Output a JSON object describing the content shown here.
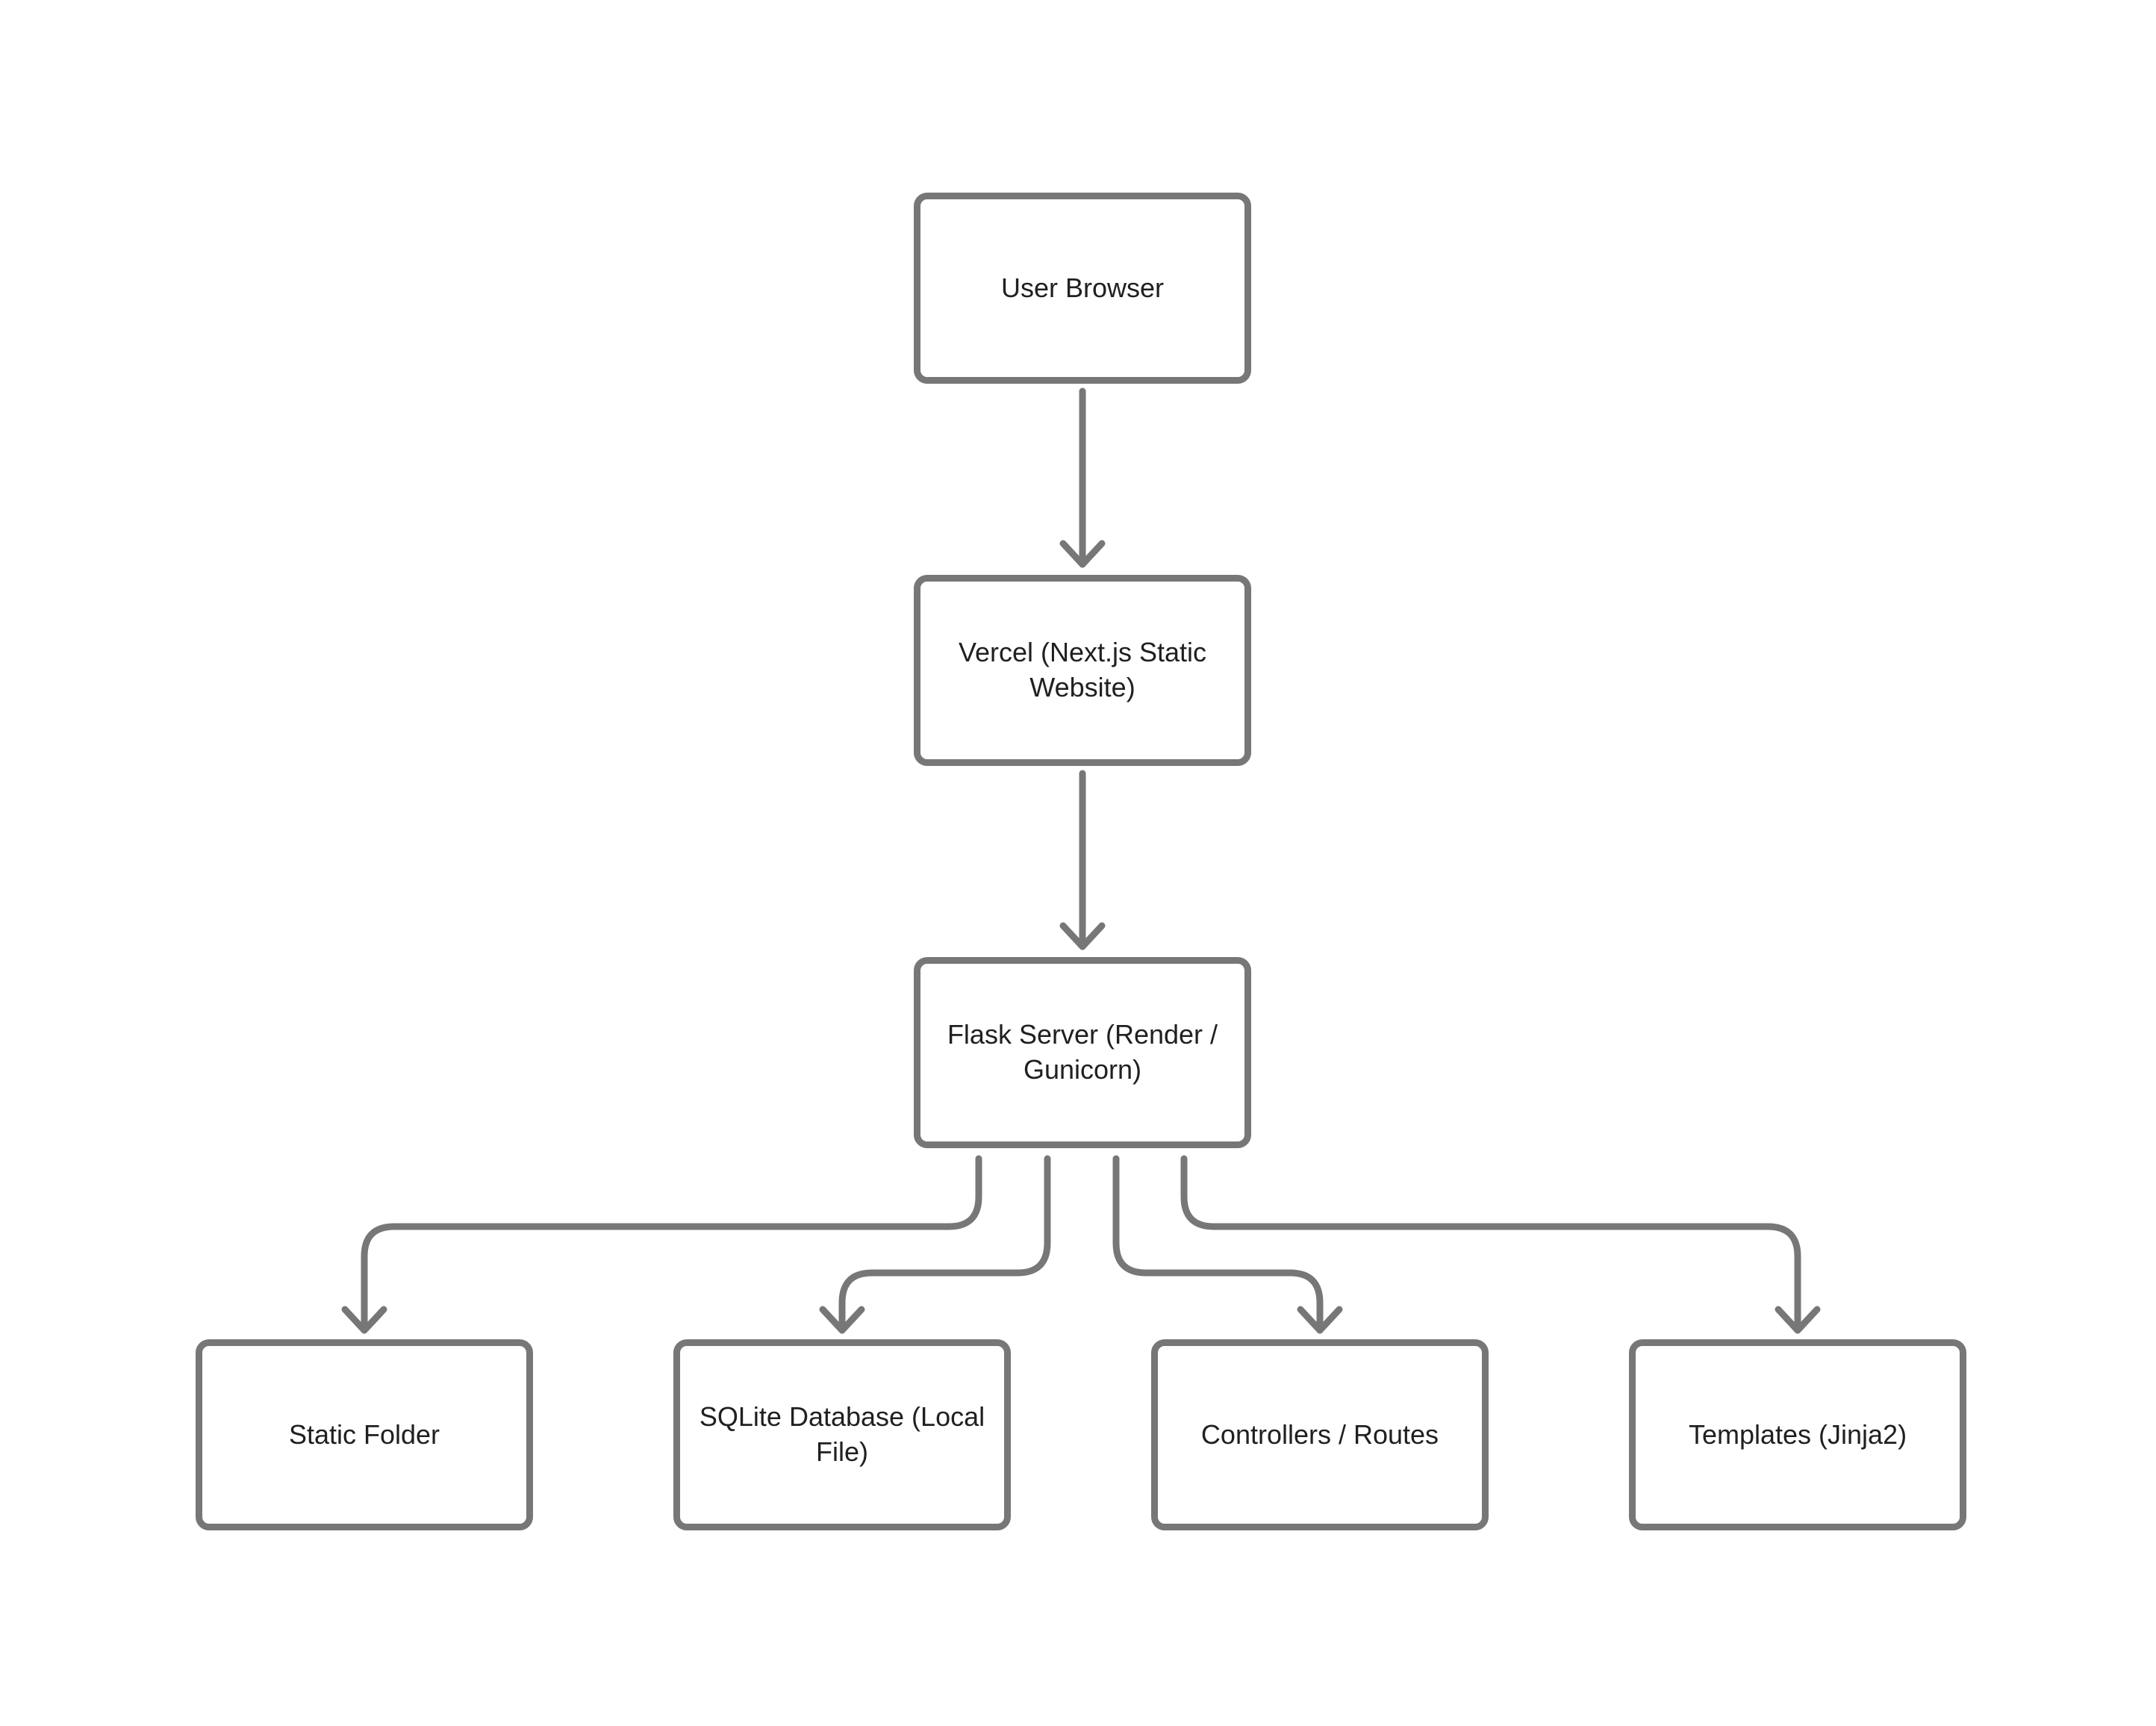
{
  "diagram": {
    "type": "flowchart",
    "direction": "top-down",
    "colors": {
      "background": "#ffffff",
      "stroke": "#777777",
      "node_fill": "#ffffff",
      "text": "#202020"
    },
    "nodes": [
      {
        "id": "user-browser",
        "label": "User Browser"
      },
      {
        "id": "vercel",
        "label": "Vercel (Next.js Static Website)"
      },
      {
        "id": "flask-server",
        "label": "Flask Server (Render / Gunicorn)"
      },
      {
        "id": "static-folder",
        "label": "Static Folder"
      },
      {
        "id": "sqlite-database",
        "label": "SQLite Database (Local File)"
      },
      {
        "id": "controllers-routes",
        "label": "Controllers / Routes"
      },
      {
        "id": "templates-jinja2",
        "label": "Templates (Jinja2)"
      }
    ],
    "edges": [
      {
        "from": "user-browser",
        "to": "vercel",
        "arrowhead": "open-chevron"
      },
      {
        "from": "vercel",
        "to": "flask-server",
        "arrowhead": "open-chevron"
      },
      {
        "from": "flask-server",
        "to": "static-folder",
        "arrowhead": "open-chevron"
      },
      {
        "from": "flask-server",
        "to": "sqlite-database",
        "arrowhead": "open-chevron"
      },
      {
        "from": "flask-server",
        "to": "controllers-routes",
        "arrowhead": "open-chevron"
      },
      {
        "from": "flask-server",
        "to": "templates-jinja2",
        "arrowhead": "open-chevron"
      }
    ]
  }
}
